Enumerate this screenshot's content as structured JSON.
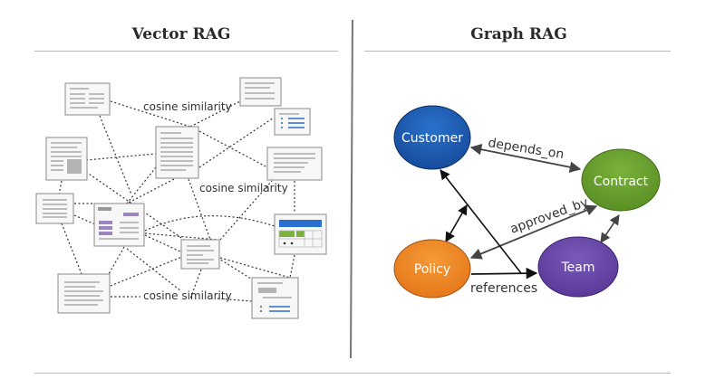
{
  "vector_panel": {
    "title": "Vector RAG",
    "edge_labels": [
      "cosine similarity",
      "cosine similarity",
      "cosine similarity"
    ]
  },
  "graph_panel": {
    "title": "Graph RAG",
    "nodes": [
      {
        "id": "customer",
        "label": "Customer",
        "color": "#1f5fb8"
      },
      {
        "id": "contract",
        "label": "Contract",
        "color": "#6aa22e"
      },
      {
        "id": "policy",
        "label": "Policy",
        "color": "#ef8a25"
      },
      {
        "id": "team",
        "label": "Team",
        "color": "#6a48a8"
      }
    ],
    "edges": [
      {
        "from": "customer",
        "to": "contract",
        "label": "depends_on",
        "direction": "both"
      },
      {
        "from": "policy",
        "to": "contract",
        "label": "approved_by",
        "direction": "both"
      },
      {
        "from": "policy",
        "to": "team",
        "label": "references",
        "direction": "forward"
      },
      {
        "from": "team",
        "to": "customer",
        "label": "",
        "direction": "forward"
      },
      {
        "from": "policy",
        "to": "customer",
        "label": "",
        "direction": "both"
      },
      {
        "from": "team",
        "to": "contract",
        "label": "",
        "direction": "both"
      }
    ]
  },
  "colors": {
    "accent_blue": "#2a6fd0",
    "accent_green": "#7ab23c",
    "accent_purple": "#9c86c2"
  }
}
